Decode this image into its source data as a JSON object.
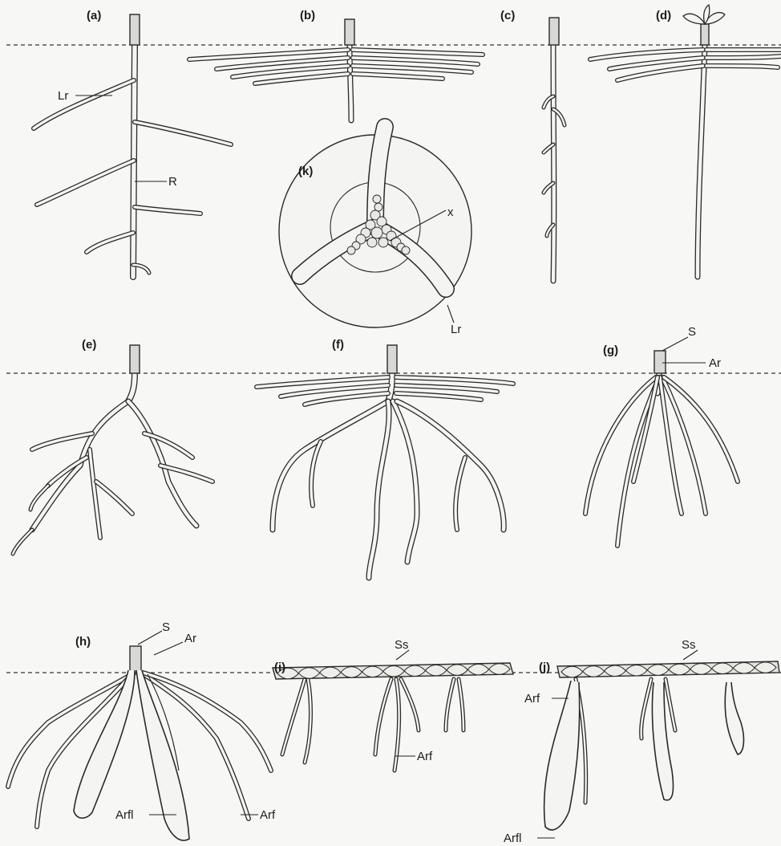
{
  "panels": [
    {
      "letter": "(a)"
    },
    {
      "letter": "(b)"
    },
    {
      "letter": "(c)"
    },
    {
      "letter": "(d)"
    },
    {
      "letter": "(e)"
    },
    {
      "letter": "(f)"
    },
    {
      "letter": "(g)"
    },
    {
      "letter": "(h)"
    },
    {
      "letter": "(i)"
    },
    {
      "letter": "(j)"
    },
    {
      "letter": "(k)"
    }
  ],
  "labels": {
    "a_lr": "Lr",
    "a_r": "R",
    "k_x": "x",
    "k_lr": "Lr",
    "g_s": "S",
    "g_ar": "Ar",
    "h_s": "S",
    "h_ar": "Ar",
    "h_arfl": "Arfl",
    "h_arf": "Arf",
    "i_ss": "Ss",
    "i_arf": "Arf",
    "j_ss": "Ss",
    "j_arf": "Arf",
    "j_arfl": "Arfl"
  }
}
